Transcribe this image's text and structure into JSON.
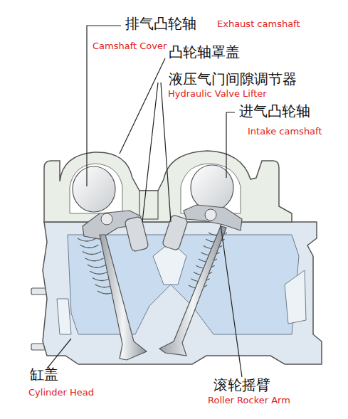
{
  "diagram": {
    "labels": [
      "排气凸轮轴",
      "Exhaust camshaft",
      "Camshaft Cover",
      "凸轮轴罩盖",
      "液压气门间隙调节器",
      "Hydraulic Valve Lifter",
      "进气凸轮轴",
      "Intake camshaft",
      "缸盖",
      "Cylinder Head",
      "滚轮摇臂",
      "Roller Rocker Arm"
    ]
  }
}
